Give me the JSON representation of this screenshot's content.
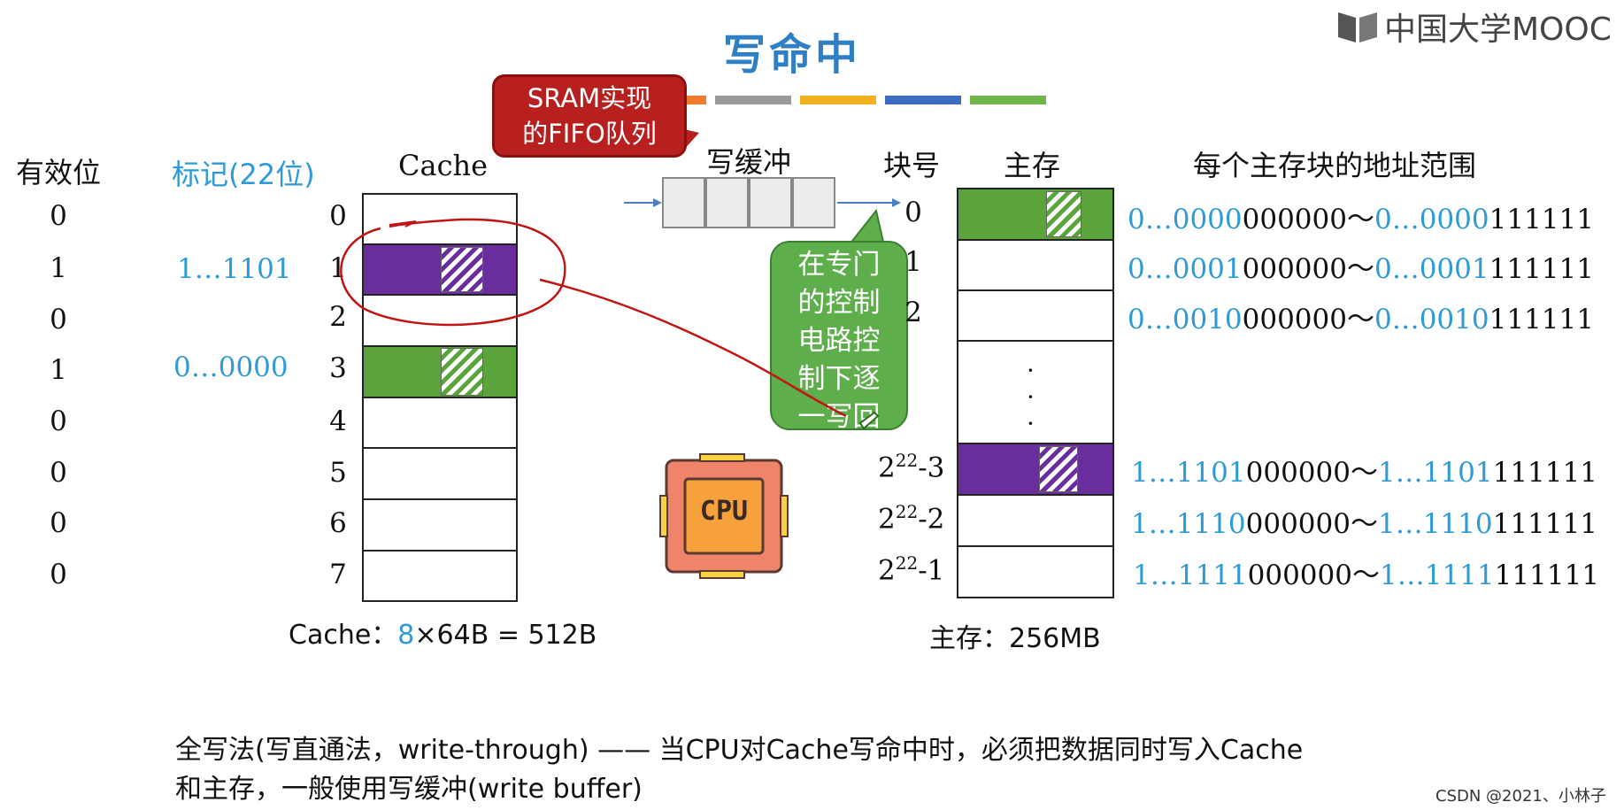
{
  "title": "写命中",
  "logo": {
    "text": "中国大学MOOC"
  },
  "colors": {
    "blue_text": "#2e9ad6",
    "purple_block": "#6a2d9e",
    "green_block": "#5aa43b",
    "red_callout": "#b81f1f",
    "orange_bar": "#f07b2c",
    "gray_bar": "#9a9a9a",
    "yellow_bar": "#f2b21f",
    "blue_bar": "#3d6bc2",
    "green_bar": "#6fb54a"
  },
  "callout_red": {
    "line1": "SRAM实现",
    "line2": "的FIFO队列"
  },
  "write_buffer": {
    "label": "写缓冲"
  },
  "cache": {
    "header_valid": "有效位",
    "header_tag": "标记(22位)",
    "header_cache": "Cache",
    "rows": [
      {
        "index": "0",
        "valid": "0",
        "tag": ""
      },
      {
        "index": "1",
        "valid": "1",
        "tag": "1…1101"
      },
      {
        "index": "2",
        "valid": "0",
        "tag": ""
      },
      {
        "index": "3",
        "valid": "1",
        "tag": "0…0000"
      },
      {
        "index": "4",
        "valid": "0",
        "tag": ""
      },
      {
        "index": "5",
        "valid": "0",
        "tag": ""
      },
      {
        "index": "6",
        "valid": "0",
        "tag": ""
      },
      {
        "index": "7",
        "valid": "0",
        "tag": ""
      }
    ],
    "caption_prefix": "Cache：",
    "caption_count": "8",
    "caption_rest": "×64B = 512B"
  },
  "main_memory": {
    "header_block": "块号",
    "header_mem": "主存",
    "header_range": "每个主存块的地址范围",
    "vdots": "·\n·\n·",
    "rows": [
      {
        "block": "0",
        "start_blue": "0…0000",
        "start_black": "000000～",
        "end_blue": "0…0000",
        "end_black": "111111"
      },
      {
        "block": "1",
        "start_blue": "0…0001",
        "start_black": "000000～",
        "end_blue": "0…0001",
        "end_black": "111111"
      },
      {
        "block": "2",
        "start_blue": "0…0010",
        "start_black": "000000～",
        "end_blue": "0…0010",
        "end_black": "111111"
      },
      {
        "block_base": "2",
        "block_exp": "22",
        "block_suffix": "-3",
        "start_blue": "1…1101",
        "start_black": "000000～",
        "end_blue": "1…1101",
        "end_black": "111111"
      },
      {
        "block_base": "2",
        "block_exp": "22",
        "block_suffix": "-2",
        "start_blue": "1…1110",
        "start_black": "000000～",
        "end_blue": "1…1110",
        "end_black": "111111"
      },
      {
        "block_base": "2",
        "block_exp": "22",
        "block_suffix": "-1",
        "start_blue": "1…1111",
        "start_black": "000000～",
        "end_blue": "1…1111",
        "end_black": "111111"
      }
    ],
    "caption": "主存：256MB"
  },
  "callout_green": {
    "lines": [
      "在专门",
      "的控制",
      "电路控",
      "制下逐",
      "一写回"
    ]
  },
  "cpu": {
    "label": "CPU"
  },
  "description": {
    "line1": "全写法(写直通法，write-through) —— 当CPU对Cache写命中时，必须把数据同时写入Cache",
    "line2": "和主存，一般使用写缓冲(write buffer)"
  },
  "watermark": "CSDN @2021、小林子"
}
